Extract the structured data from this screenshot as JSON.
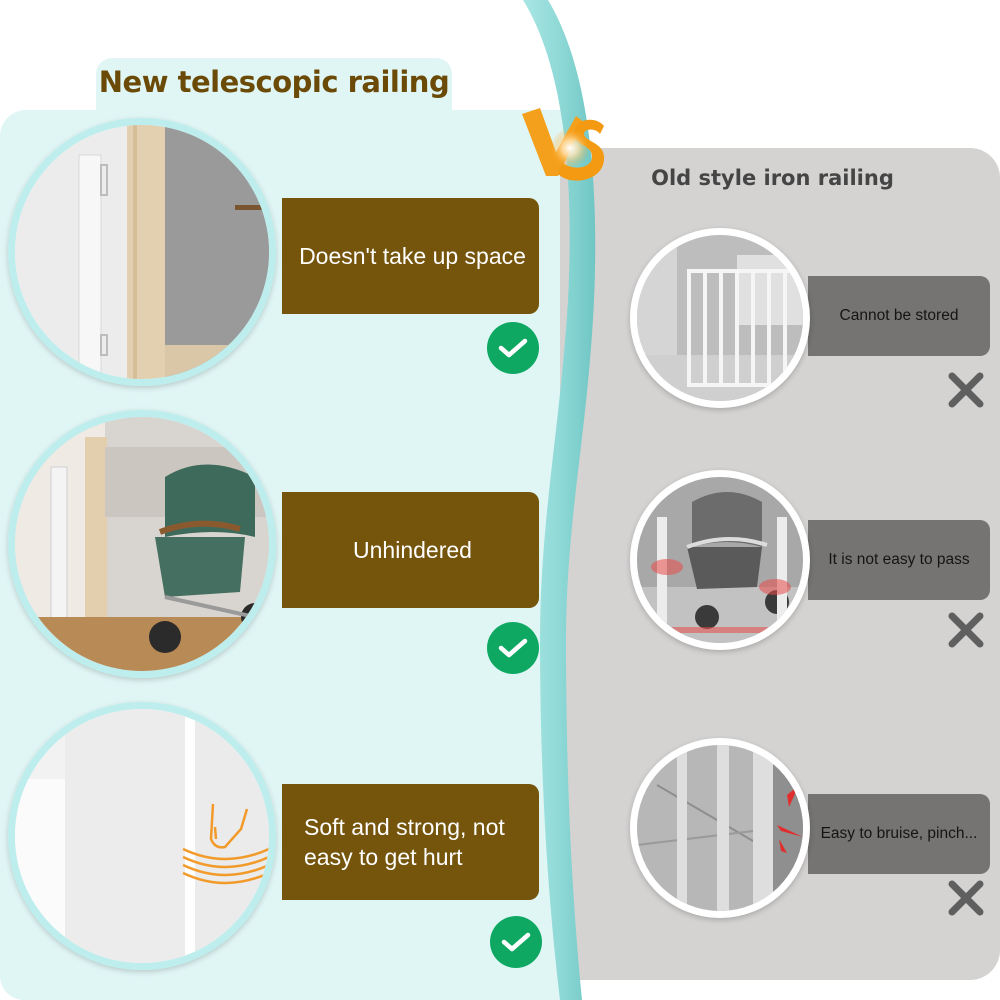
{
  "left": {
    "title": "New telescopic railing",
    "accent_color": "#75540b",
    "check_color": "#0ea862",
    "items": [
      {
        "label": "Doesn't take up space",
        "image": "retracted-railing-beside-door-frame",
        "status_icon": "check-icon"
      },
      {
        "label": "Unhindered",
        "image": "stroller-passing-retracted-railing",
        "status_icon": "check-icon"
      },
      {
        "label": "Soft and strong, not easy to get hurt",
        "image": "soft-mesh-with-hand-press-icon",
        "status_icon": "check-icon"
      }
    ]
  },
  "vs": {
    "label": "VS",
    "color": "#f5a01c"
  },
  "right": {
    "title": "Old style iron railing",
    "accent_color": "#757472",
    "cross_color": "#5f5f5f",
    "items": [
      {
        "label": "Cannot be stored",
        "image": "iron-gate-in-living-room",
        "status_icon": "cross-icon"
      },
      {
        "label": "It is not easy to pass",
        "image": "stroller-blocked-by-iron-gate",
        "status_icon": "cross-icon"
      },
      {
        "label": "Easy to bruise, pinch...",
        "image": "iron-bars-closeup-with-impact-marks",
        "status_icon": "cross-icon"
      }
    ]
  }
}
